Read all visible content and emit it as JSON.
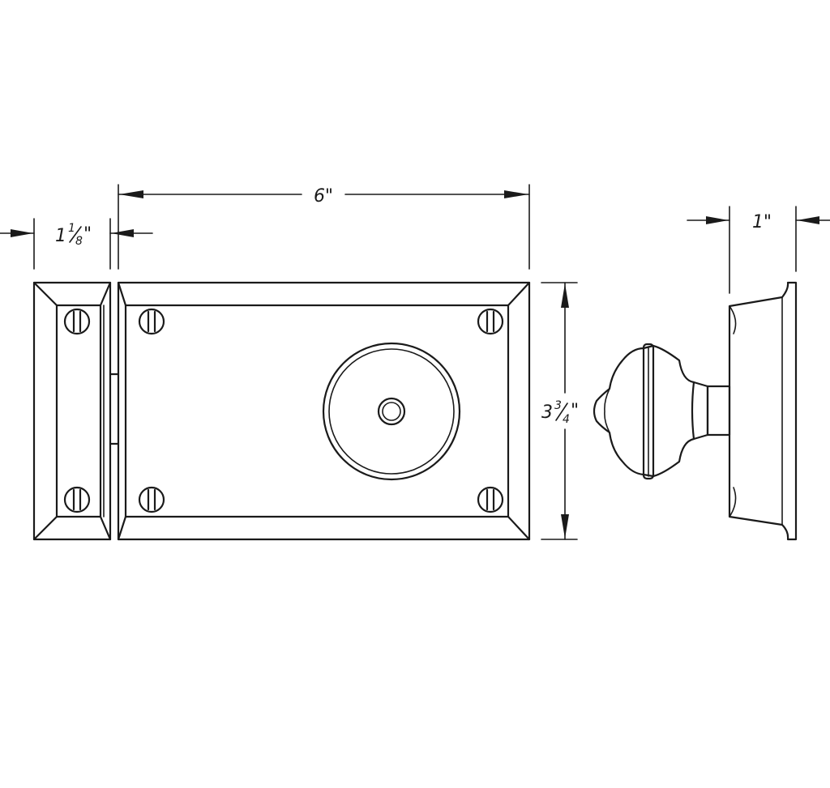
{
  "dimensions": {
    "strike_width": {
      "whole": "1",
      "num": "1",
      "den": "8",
      "unit": "\""
    },
    "lock_width": {
      "text": "6\""
    },
    "lock_height": {
      "whole": "3",
      "num": "3",
      "den": "4",
      "unit": "\""
    },
    "depth": {
      "text": "1\""
    }
  },
  "colors": {
    "line": "#1a1a1a",
    "background": "#ffffff"
  }
}
